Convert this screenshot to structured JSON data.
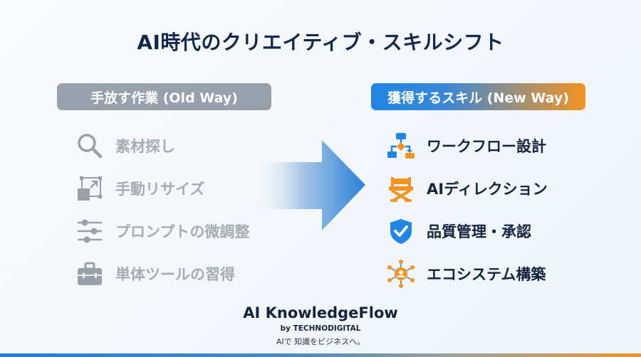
{
  "title": "AI時代のクリエイティブ・スキルシフト",
  "old_way": {
    "header": "手放す作業 (Old Way)",
    "color": "#97a0ab",
    "items": [
      {
        "icon": "search-icon",
        "label": "素材探し"
      },
      {
        "icon": "resize-icon",
        "label": "手動リサイズ"
      },
      {
        "icon": "sliders-icon",
        "label": "プロンプトの微調整"
      },
      {
        "icon": "toolbox-icon",
        "label": "単体ツールの習得"
      }
    ]
  },
  "new_way": {
    "header": "獲得するスキル (New Way)",
    "gradient": [
      "#1f86e6",
      "#f29322"
    ],
    "items": [
      {
        "icon": "workflow-icon",
        "label": "ワークフロー設計"
      },
      {
        "icon": "director-chair-icon",
        "label": "AIディレクション"
      },
      {
        "icon": "shield-check-icon",
        "label": "品質管理・承認"
      },
      {
        "icon": "network-hub-icon",
        "label": "エコシステム構築"
      }
    ]
  },
  "colors": {
    "blue": "#1f86e6",
    "orange": "#f29322",
    "gray": "#97a0ab",
    "navy": "#13294b"
  },
  "footer": {
    "brand": "AI KnowledgeFlow",
    "byline": "by TECHNODIGITAL",
    "tagline": "AIで 知識をビジネスへ。"
  }
}
